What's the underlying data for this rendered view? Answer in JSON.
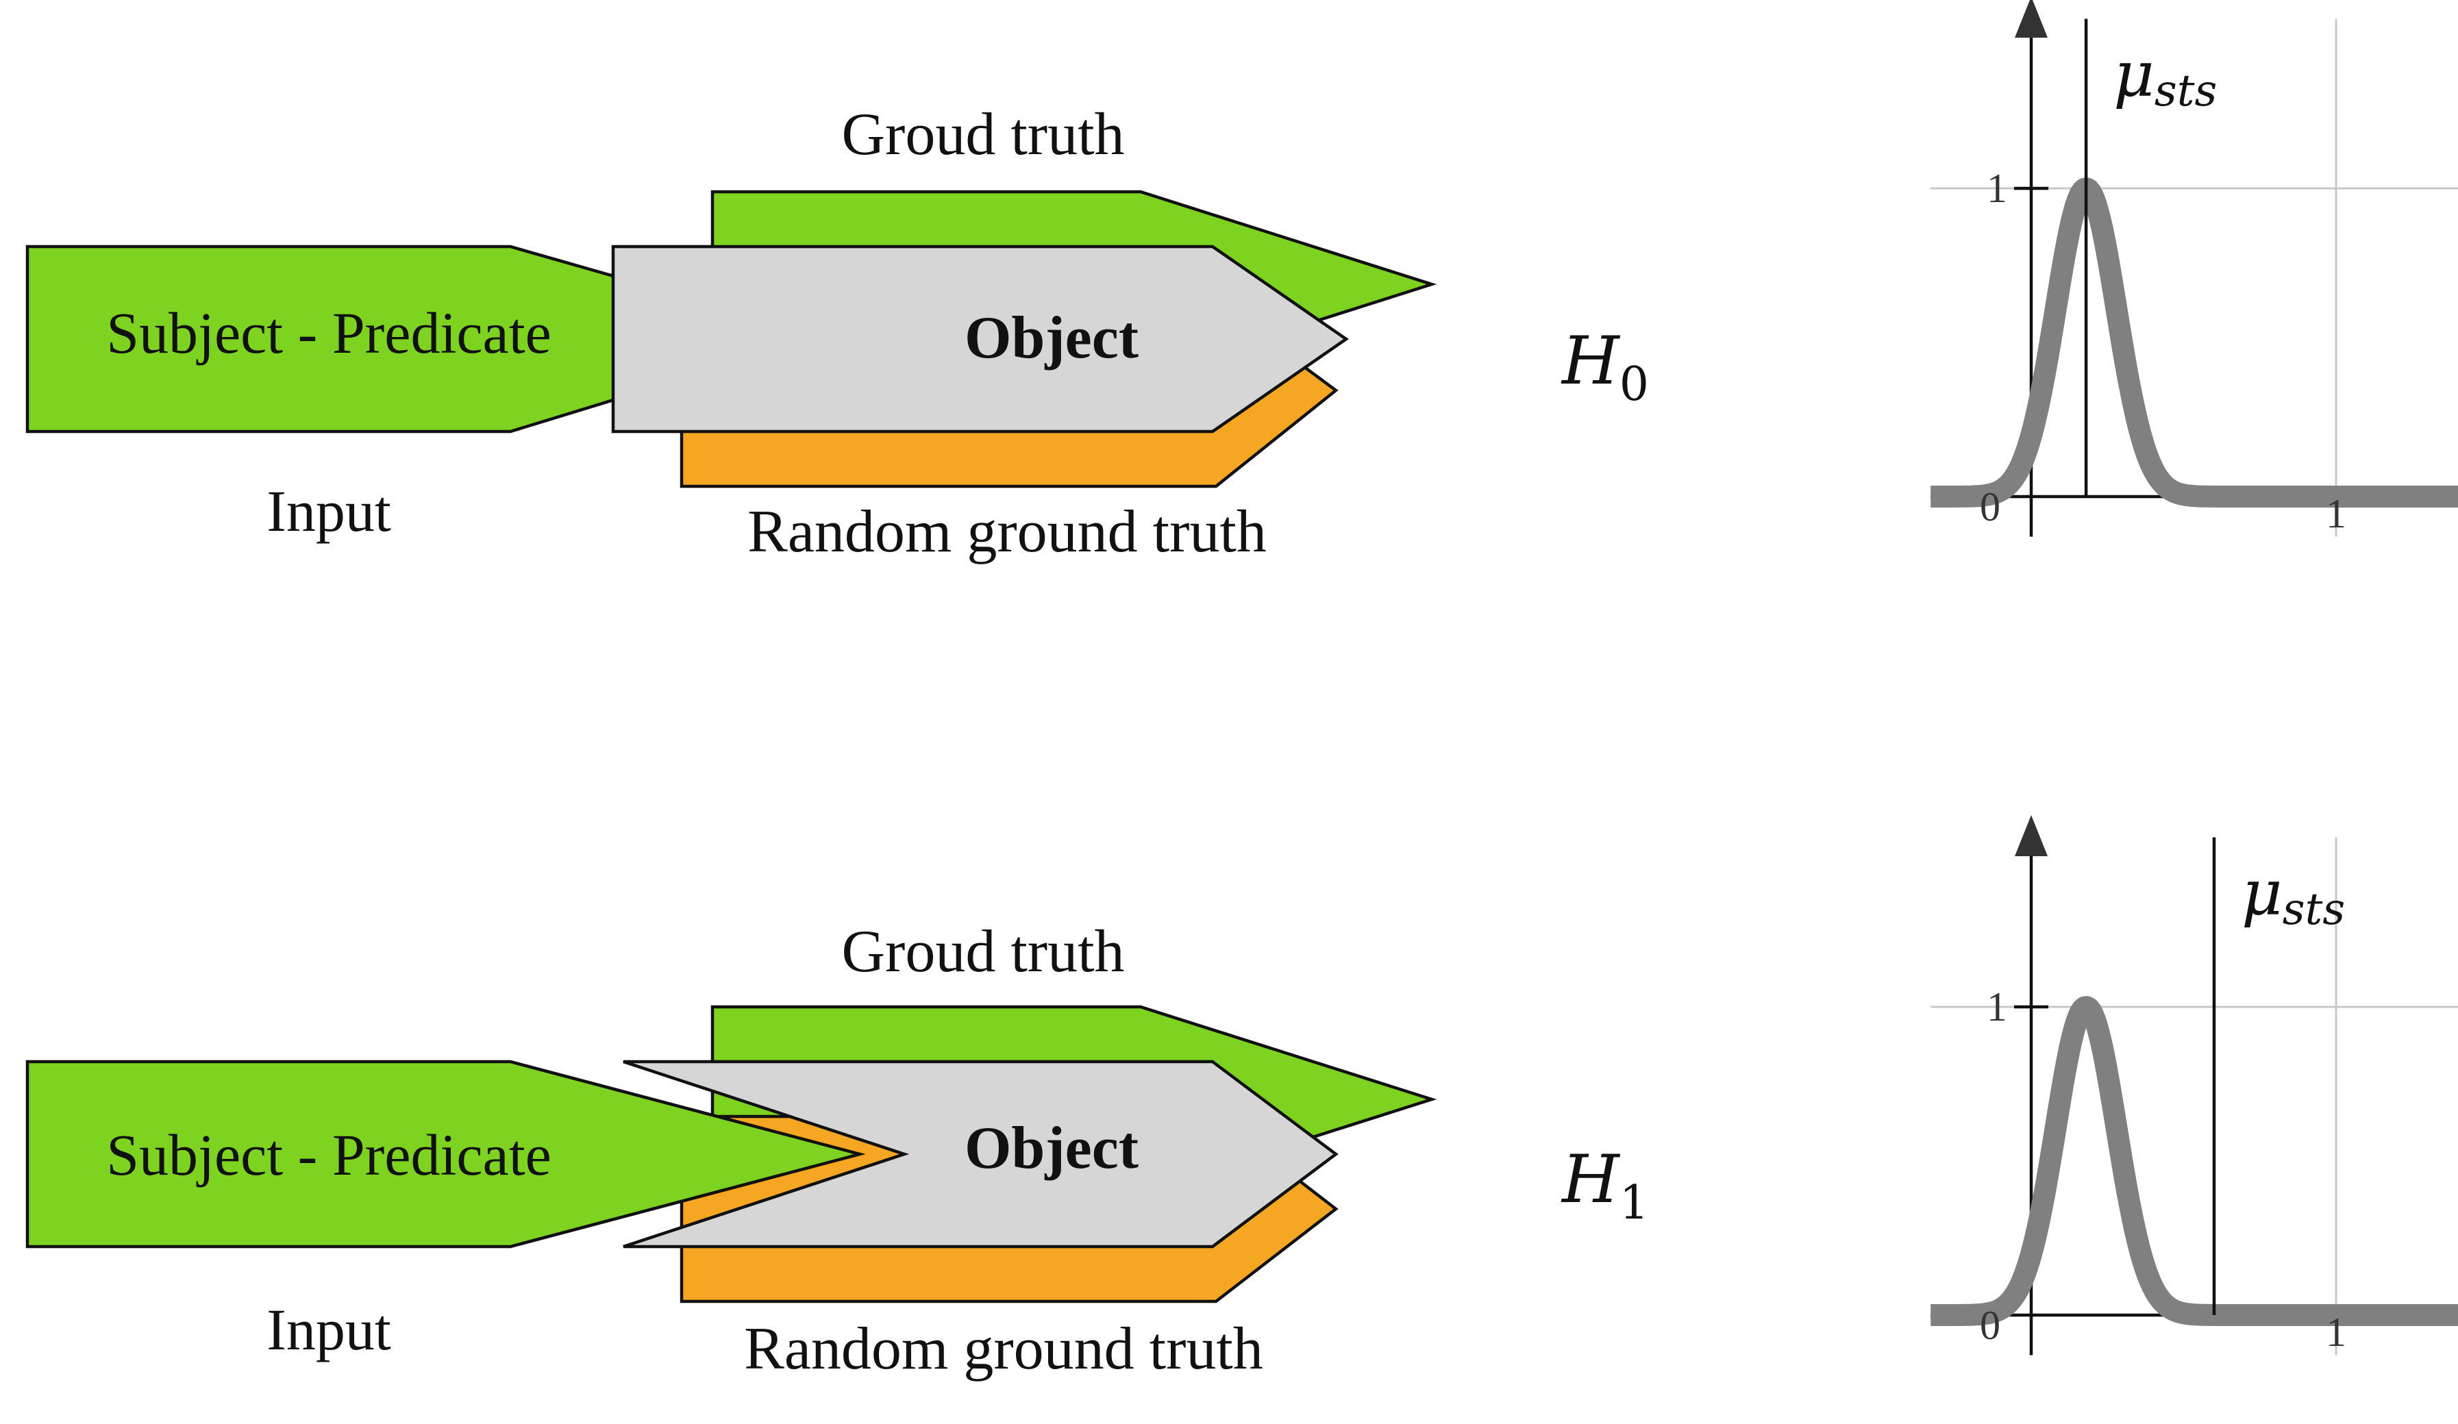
{
  "colors": {
    "input_fill": "#7ed321",
    "ground_truth_fill": "#7ed321",
    "random_fill": "#f5a623",
    "object_fill": "#d6d6d6",
    "curve": "#808080",
    "grid": "#c8c8c8"
  },
  "panels": [
    {
      "hypothesis": "H",
      "hypothesis_sub": "0",
      "input_label": "Subject - Predicate",
      "input_caption": "Input",
      "object_label": "Object",
      "ground_truth_label": "Groud truth",
      "random_label": "Random ground truth",
      "chart": {
        "tick_y_one": "1",
        "tick_x_zero": "0",
        "tick_x_one": "1",
        "mu_symbol": "μ",
        "mu_sub": "sts",
        "mu_value": 0.18,
        "peak_x": 0.18,
        "peak_y": 1.0,
        "sigma": 0.1
      }
    },
    {
      "hypothesis": "H",
      "hypothesis_sub": "1",
      "input_label": "Subject - Predicate",
      "input_caption": "Input",
      "object_label": "Object",
      "ground_truth_label": "Groud truth",
      "random_label": "Random ground truth",
      "chart": {
        "tick_y_one": "1",
        "tick_x_zero": "0",
        "tick_x_one": "1",
        "mu_symbol": "μ",
        "mu_sub": "sts",
        "mu_value": 0.6,
        "peak_x": 0.18,
        "peak_y": 1.0,
        "sigma": 0.1
      }
    }
  ]
}
